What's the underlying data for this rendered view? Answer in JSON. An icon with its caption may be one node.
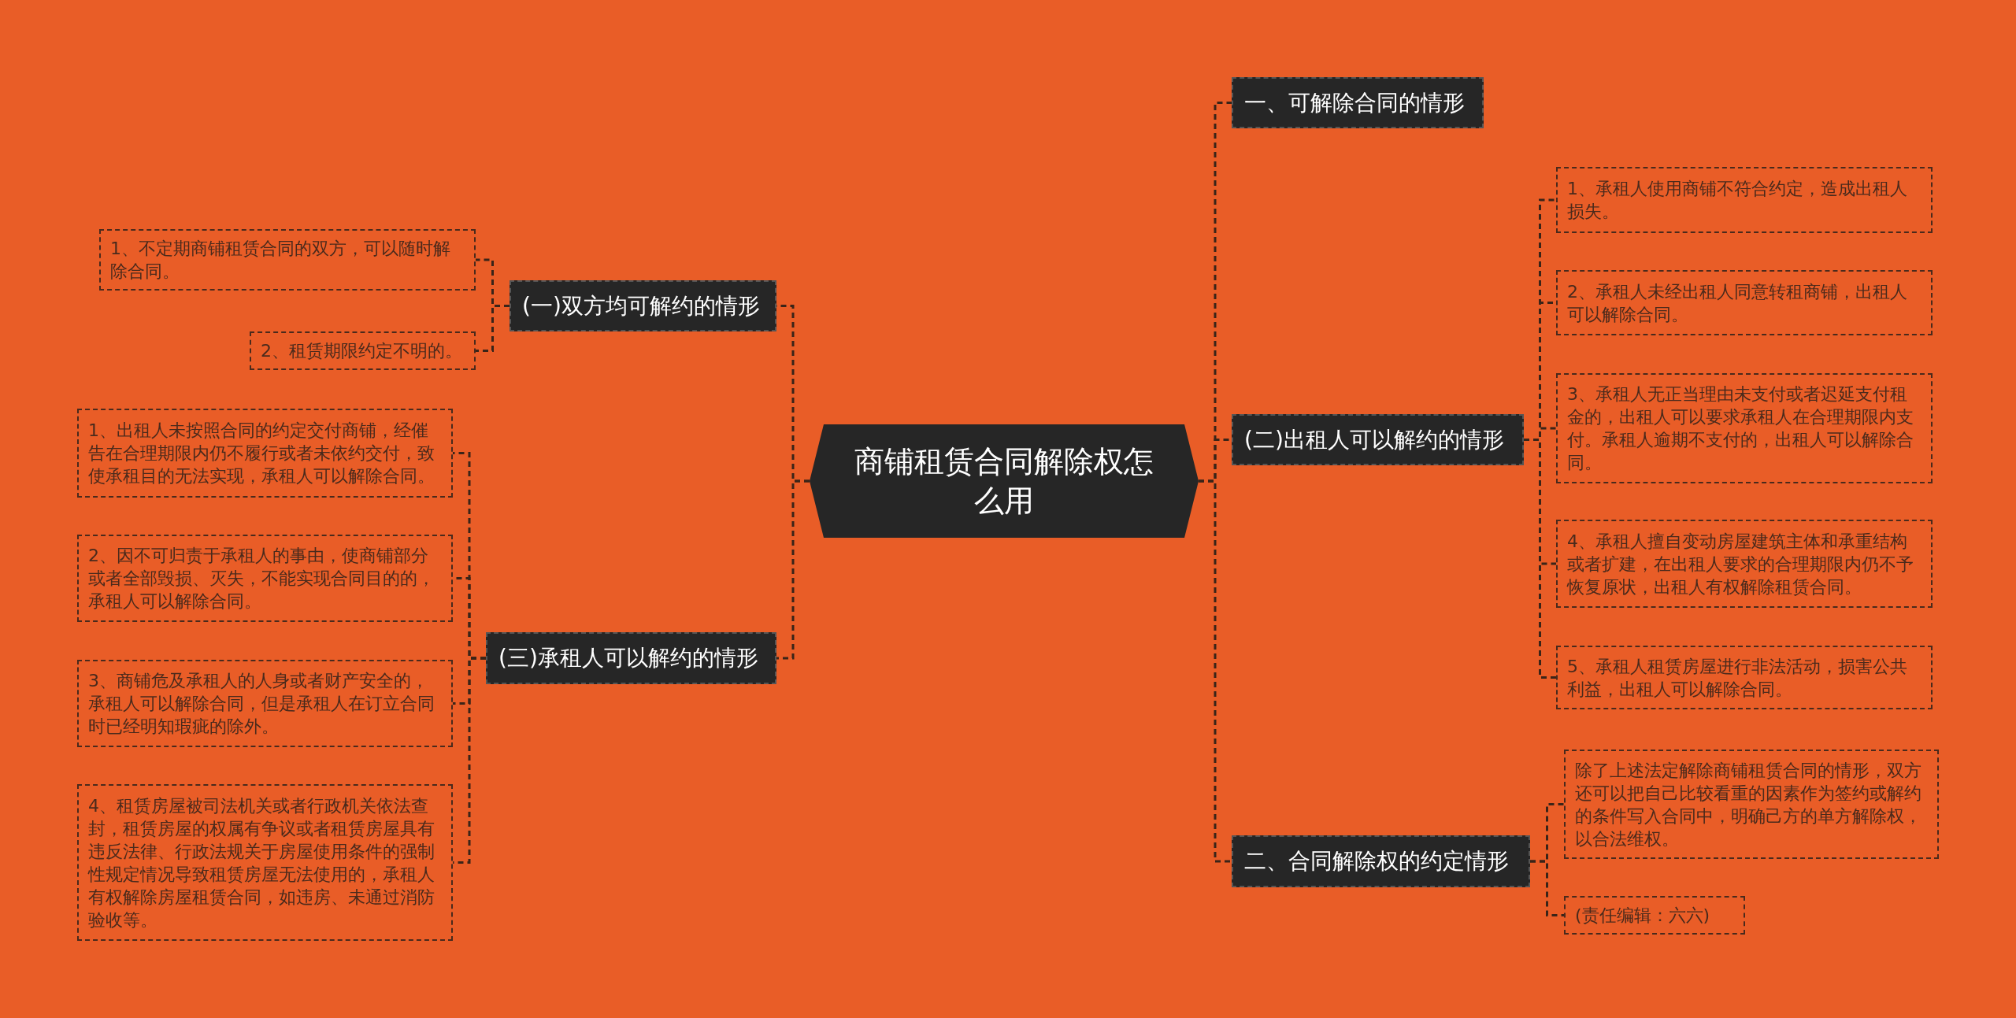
{
  "diagram": {
    "nodes": [
      {
        "text": [
          "商铺租赁合同解除权怎么用"
        ]
      },
      {
        "text": [
          "一、可解除合同的情形"
        ]
      },
      {
        "text": [
          "(一)双方均可解约的情形"
        ]
      },
      {
        "text": [
          "1、不定期商铺租赁合同的双方，可以随时解除合同。"
        ]
      },
      {
        "text": [
          "2、租赁期限约定不明的。"
        ]
      },
      {
        "text": [
          "(二)出租人可以解约的情形"
        ]
      },
      {
        "text": [
          "1、承租人使用商铺不符合约定，造成出租人损失。"
        ]
      },
      {
        "text": [
          "2、承租人未经出租人同意转租商铺，出租人可以解除合同。"
        ]
      },
      {
        "text": [
          "3、承租人无正当理由未支付或者迟延支付租金的，出租人可以要求承租人在合理期限内支付。承租人逾期不支付的，出租人可以解除合同。"
        ]
      },
      {
        "text": [
          "4、承租人擅自变动房屋建筑主体和承重结构或者扩建，在出租人要求的合理期限内仍不予恢复原状，出租人有权解除租赁合同。"
        ]
      },
      {
        "text": [
          "5、承租人租赁房屋进行非法活动，损害公共利益，出租人可以解除合同。"
        ]
      },
      {
        "text": [
          "(三)承租人可以解约的情形"
        ]
      },
      {
        "text": [
          "1、出租人未按照合同的约定交付商铺，经催告在合理期限内仍不履行或者未依约交付，致使承租目的无法实现，承租人可以解除合同。"
        ]
      },
      {
        "text": [
          "2、因不可归责于承租人的事由，使商铺部分或者全部毁损、灭失，不能实现合同目的的，承租人可以解除合同。"
        ]
      },
      {
        "text": [
          "3、商铺危及承租人的人身或者财产安全的，承租人可以解除合同，但是承租人在订立合同时已经明知瑕疵的除外。"
        ]
      },
      {
        "text": [
          "4、租赁房屋被司法机关或者行政机关依法查封，租赁房屋的权属有争议或者租赁房屋具有违反法律、行政法规关于房屋使用条件的强制性规定情况导致租赁房屋无法使用的，承租人有权解除房屋租赁合同，如违房、未通过消防验收等。"
        ]
      },
      {
        "text": [
          "二、合同解除权的约定情形"
        ]
      },
      {
        "text": [
          "除了上述法定解除商铺租赁合同的情形，双方还可以把自己比较看重的因素作为签约或解约的条件写入合同中，明确己方的单方解除权，以合法维权。"
        ]
      },
      {
        "text": [
          "(责任编辑：六六)"
        ]
      }
    ],
    "edges": [
      {
        "from": 0,
        "to": 1,
        "arrow": "none"
      },
      {
        "from": 0,
        "to": 2,
        "arrow": "none"
      },
      {
        "from": 2,
        "to": 3,
        "arrow": "none"
      },
      {
        "from": 2,
        "to": 4,
        "arrow": "none"
      },
      {
        "from": 0,
        "to": 5,
        "arrow": "none"
      },
      {
        "from": 5,
        "to": 6,
        "arrow": "none"
      },
      {
        "from": 5,
        "to": 7,
        "arrow": "none"
      },
      {
        "from": 5,
        "to": 8,
        "arrow": "none"
      },
      {
        "from": 5,
        "to": 9,
        "arrow": "none"
      },
      {
        "from": 5,
        "to": 10,
        "arrow": "none"
      },
      {
        "from": 0,
        "to": 11,
        "arrow": "none"
      },
      {
        "from": 11,
        "to": 12,
        "arrow": "none"
      },
      {
        "from": 11,
        "to": 13,
        "arrow": "none"
      },
      {
        "from": 11,
        "to": 14,
        "arrow": "none"
      },
      {
        "from": 11,
        "to": 15,
        "arrow": "none"
      },
      {
        "from": 0,
        "to": 16,
        "arrow": "none"
      },
      {
        "from": 16,
        "to": 17,
        "arrow": "none"
      },
      {
        "from": 16,
        "to": 18,
        "arrow": "none"
      }
    ]
  }
}
